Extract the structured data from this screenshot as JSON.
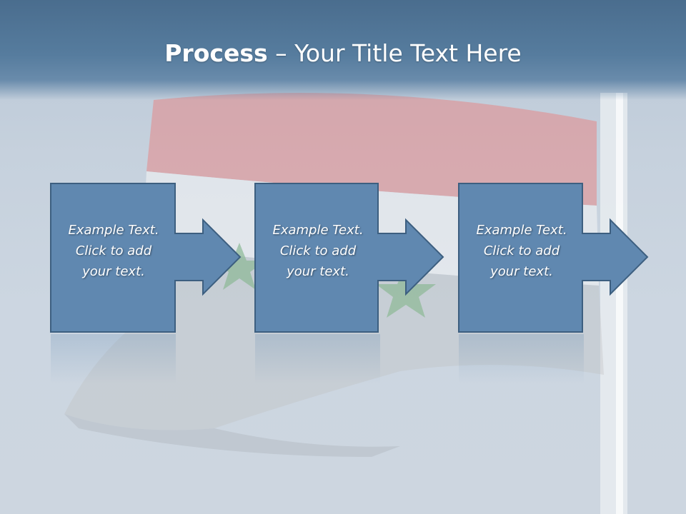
{
  "slide": {
    "title_bold": "Process",
    "title_rest": " – Your Title Text Here",
    "steps": [
      {
        "text": "Example Text.\nClick  to add\nyour text."
      },
      {
        "text": "Example Text.\nClick  to add\nyour text."
      },
      {
        "text": "Example Text.\nClick  to add\nyour text."
      }
    ]
  },
  "colors": {
    "header": "#4a6d8e",
    "box_fill": "#6088b0",
    "box_stroke": "#3d5f80",
    "text": "#ffffff",
    "flag_red": "#d97777",
    "flag_white": "#eef0f2",
    "flag_black": "#555555",
    "flag_star": "#5aa35a"
  },
  "icons": [
    "syria-flag-background",
    "flagpole",
    "right-arrow-icon"
  ]
}
